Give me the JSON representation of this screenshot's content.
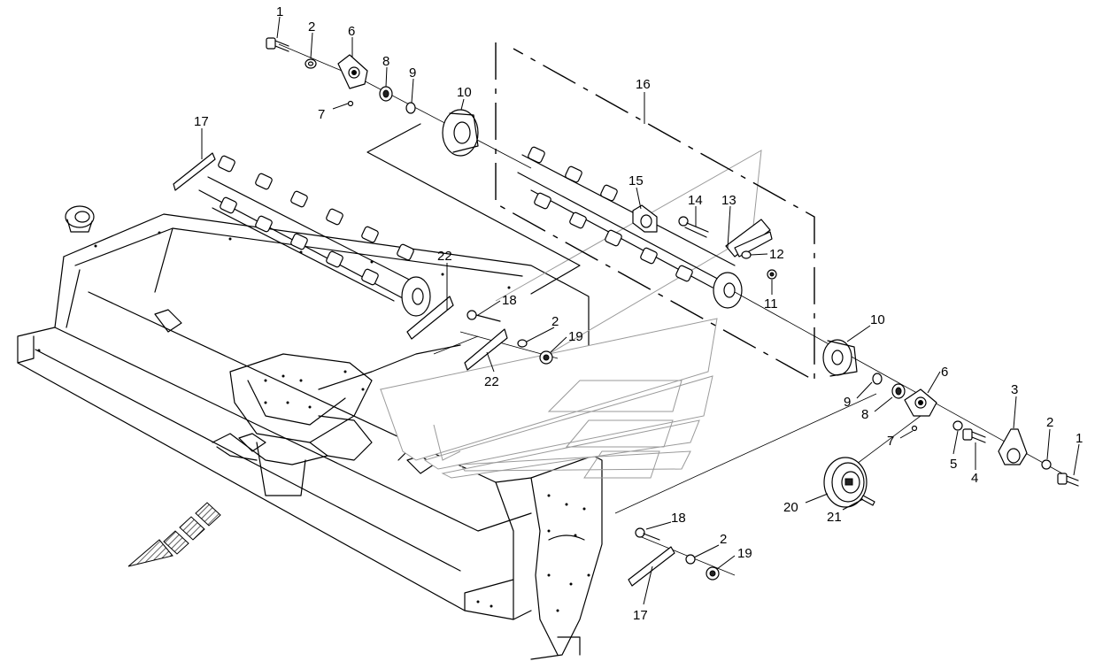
{
  "diagram": {
    "part_labels": [
      {
        "id": "p1a",
        "text": "1"
      },
      {
        "id": "p2a",
        "text": "2"
      },
      {
        "id": "p6a",
        "text": "6"
      },
      {
        "id": "p7a",
        "text": "7"
      },
      {
        "id": "p8a",
        "text": "8"
      },
      {
        "id": "p9a",
        "text": "9"
      },
      {
        "id": "p10a",
        "text": "10"
      },
      {
        "id": "p16",
        "text": "16"
      },
      {
        "id": "p17a",
        "text": "17"
      },
      {
        "id": "p15",
        "text": "15"
      },
      {
        "id": "p14",
        "text": "14"
      },
      {
        "id": "p13",
        "text": "13"
      },
      {
        "id": "p12",
        "text": "12"
      },
      {
        "id": "p11",
        "text": "11"
      },
      {
        "id": "p22a",
        "text": "22"
      },
      {
        "id": "p18a",
        "text": "18"
      },
      {
        "id": "p2b",
        "text": "2"
      },
      {
        "id": "p19a",
        "text": "19"
      },
      {
        "id": "p22b",
        "text": "22"
      },
      {
        "id": "p10b",
        "text": "10"
      },
      {
        "id": "p6b",
        "text": "6"
      },
      {
        "id": "p9b",
        "text": "9"
      },
      {
        "id": "p8b",
        "text": "8"
      },
      {
        "id": "p3",
        "text": "3"
      },
      {
        "id": "p2c",
        "text": "2"
      },
      {
        "id": "p1b",
        "text": "1"
      },
      {
        "id": "p7b",
        "text": "7"
      },
      {
        "id": "p5",
        "text": "5"
      },
      {
        "id": "p4",
        "text": "4"
      },
      {
        "id": "p20",
        "text": "20"
      },
      {
        "id": "p21",
        "text": "21"
      },
      {
        "id": "p18b",
        "text": "18"
      },
      {
        "id": "p2d",
        "text": "2"
      },
      {
        "id": "p19b",
        "text": "19"
      },
      {
        "id": "p17b",
        "text": "17"
      }
    ]
  }
}
